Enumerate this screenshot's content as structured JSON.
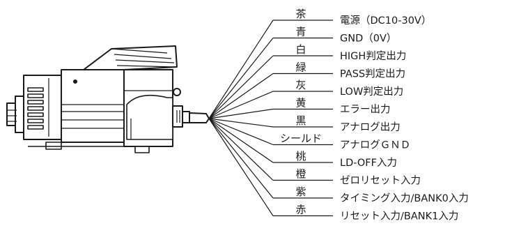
{
  "wires": [
    {
      "color_name": "茶",
      "function": "電源（DC10-30V）"
    },
    {
      "color_name": "青",
      "function": "GND（0V）"
    },
    {
      "color_name": "白",
      "function": "HIGH判定出力"
    },
    {
      "color_name": "緑",
      "function": "PASS判定出力"
    },
    {
      "color_name": "灰",
      "function": "LOW判定出力"
    },
    {
      "color_name": "黄",
      "function": "エラー出力"
    },
    {
      "color_name": "黒",
      "function": "アナログ出力"
    },
    {
      "color_name": "シールド",
      "function": "アナログＧＮＤ"
    },
    {
      "color_name": "桃",
      "function": "LD-OFF入力"
    },
    {
      "color_name": "橙",
      "function": "ゼロリセット入力"
    },
    {
      "color_name": "紫",
      "function": "タイミング入力/BANK0入力"
    },
    {
      "color_name": "赤",
      "function": "リセット入力/BANK1入力"
    }
  ]
}
